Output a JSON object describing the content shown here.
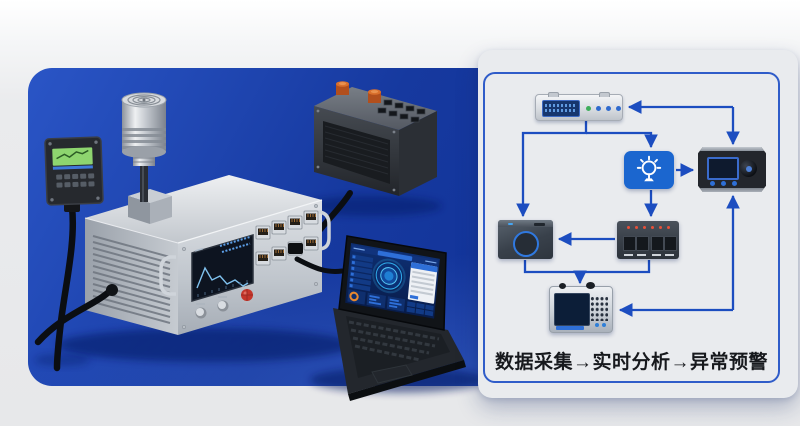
{
  "page": {
    "background": "#e9eaec",
    "banner": {
      "color_top": "#2a55c6",
      "color_bottom": "#0d2d93"
    }
  },
  "scene": {
    "devices": [
      {
        "id": "wall-controller",
        "icon": "lcd-controller-icon"
      },
      {
        "id": "cylinder-sensor",
        "icon": "probe-sensor-icon"
      },
      {
        "id": "main-chassis",
        "icon": "rack-chassis-icon"
      },
      {
        "id": "io-box",
        "icon": "io-box-icon"
      },
      {
        "id": "laptop",
        "icon": "laptop-dashboard-icon"
      }
    ]
  },
  "panel": {
    "caption": "数据采集→实时分析→异常预警",
    "border_color": "#2f5cc9",
    "arrow_color": "#1c4dc0",
    "light_node_color": "#1b66cf",
    "nodes": [
      {
        "id": "daq-module",
        "icon": "daq-module-icon",
        "leds": [
          "#3fae5c",
          "#2e6ace",
          "#2e6ace",
          "#2e6ace"
        ]
      },
      {
        "id": "smart-light",
        "icon": "light-icon"
      },
      {
        "id": "hmi-controller",
        "icon": "controller-screen-icon"
      },
      {
        "id": "sensor-box",
        "icon": "round-sensor-icon"
      },
      {
        "id": "terminal-block",
        "icon": "terminal-block-icon",
        "led_color": "#e8503a"
      },
      {
        "id": "signal-analyzer",
        "icon": "analyzer-icon"
      }
    ],
    "edges": [
      {
        "from": "daq-module",
        "to": "sensor-box",
        "bidirectional": false
      },
      {
        "from": "daq-module",
        "to": "smart-light",
        "bidirectional": false
      },
      {
        "from": "smart-light",
        "to": "hmi-controller",
        "bidirectional": false
      },
      {
        "from": "smart-light",
        "to": "terminal-block",
        "bidirectional": false
      },
      {
        "from": "terminal-block",
        "to": "sensor-box",
        "bidirectional": false
      },
      {
        "from": "sensor-box",
        "to": "signal-analyzer",
        "bidirectional": false
      },
      {
        "from": "terminal-block",
        "to": "signal-analyzer",
        "bidirectional": false
      },
      {
        "from": "hmi-controller",
        "to": "daq-module",
        "bidirectional": true
      },
      {
        "from": "hmi-controller",
        "to": "signal-analyzer",
        "bidirectional": true
      }
    ]
  }
}
